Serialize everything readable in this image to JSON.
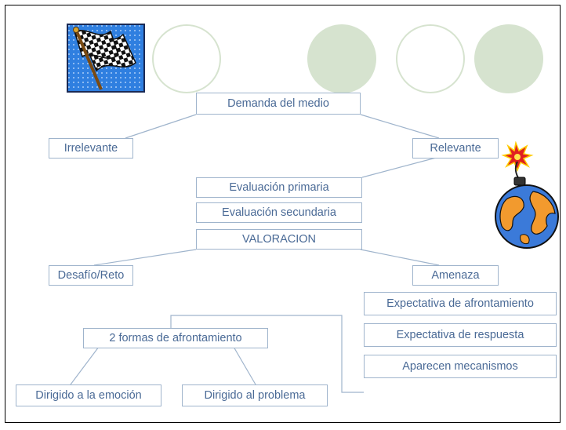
{
  "colors": {
    "box_border": "#9fb4cc",
    "box_text": "#4a6a96",
    "connector": "#9fb4cc",
    "circle": "#d6e3cf"
  },
  "icons": {
    "flag": "checkered-flag-icon",
    "globe": "globe-bomb-icon"
  },
  "diagram": {
    "demanda": "Demanda del medio",
    "irrelevante": "Irrelevante",
    "relevante": "Relevante",
    "eval_primaria": "Evaluación primaria",
    "eval_secundaria": "Evaluación secundaria",
    "valoracion": "VALORACION",
    "desafio": "Desafío/Reto",
    "amenaza": "Amenaza",
    "exp_afrontamiento": "Expectativa de afrontamiento",
    "exp_respuesta": "Expectativa de respuesta",
    "aparecen": "Aparecen mecanismos",
    "dos_formas": "2 formas de afrontamiento",
    "emocion": "Dirigido a la emoción",
    "problema": "Dirigido al problema"
  }
}
